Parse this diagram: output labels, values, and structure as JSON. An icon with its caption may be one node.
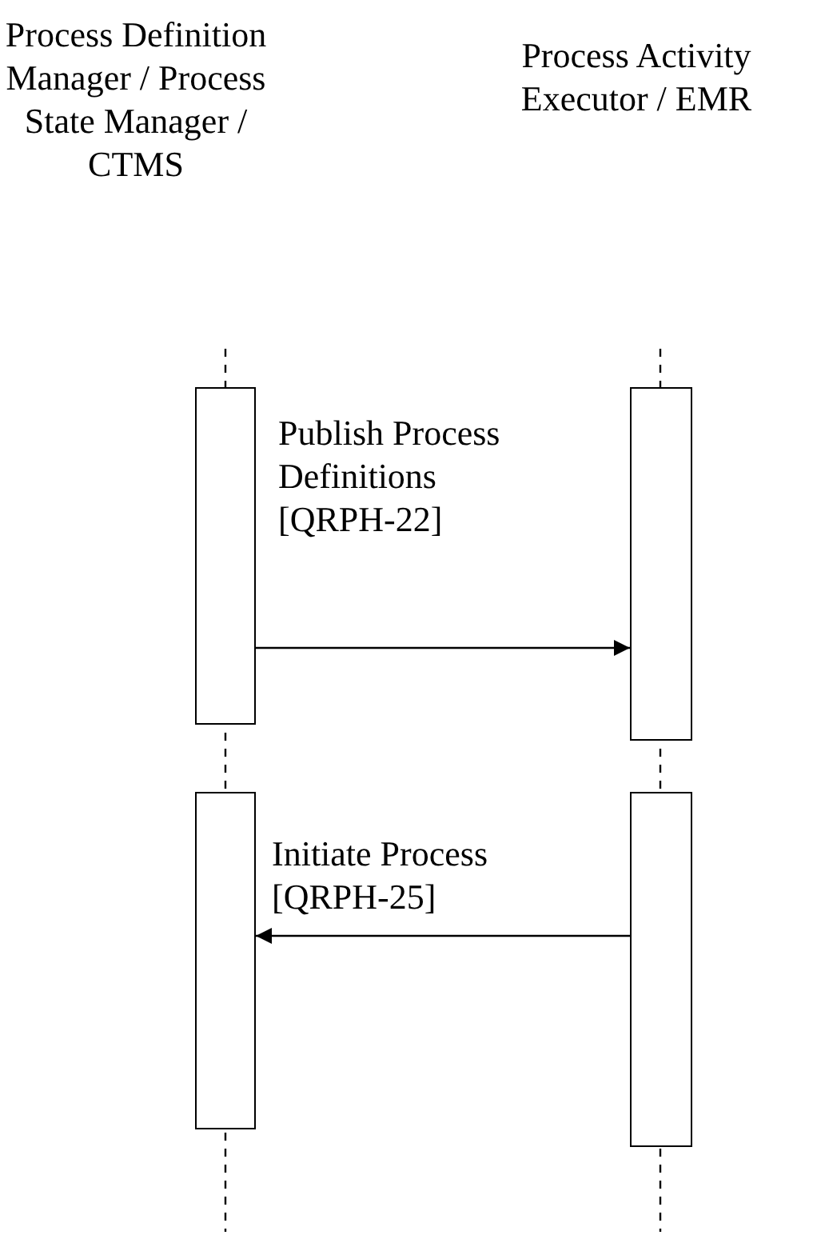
{
  "diagram": {
    "nodes": [
      {
        "text": [
          "Process Definition Manager / Process State Manager / CTMS"
        ]
      },
      {
        "text": [
          "Process Activity Executor / EMR"
        ]
      },
      {
        "text": [],
        "shape": "bar"
      },
      {
        "text": [],
        "shape": "bar"
      },
      {
        "text": [],
        "shape": "bar"
      },
      {
        "text": [],
        "shape": "bar"
      }
    ],
    "edges": [
      {
        "from": 2,
        "to": 3,
        "arrow": "to",
        "label": "Publish Process Definitions [QRPH-22]"
      },
      {
        "from": 5,
        "to": 4,
        "arrow": "to",
        "label": "Initiate Process [QRPH-25]"
      }
    ]
  }
}
